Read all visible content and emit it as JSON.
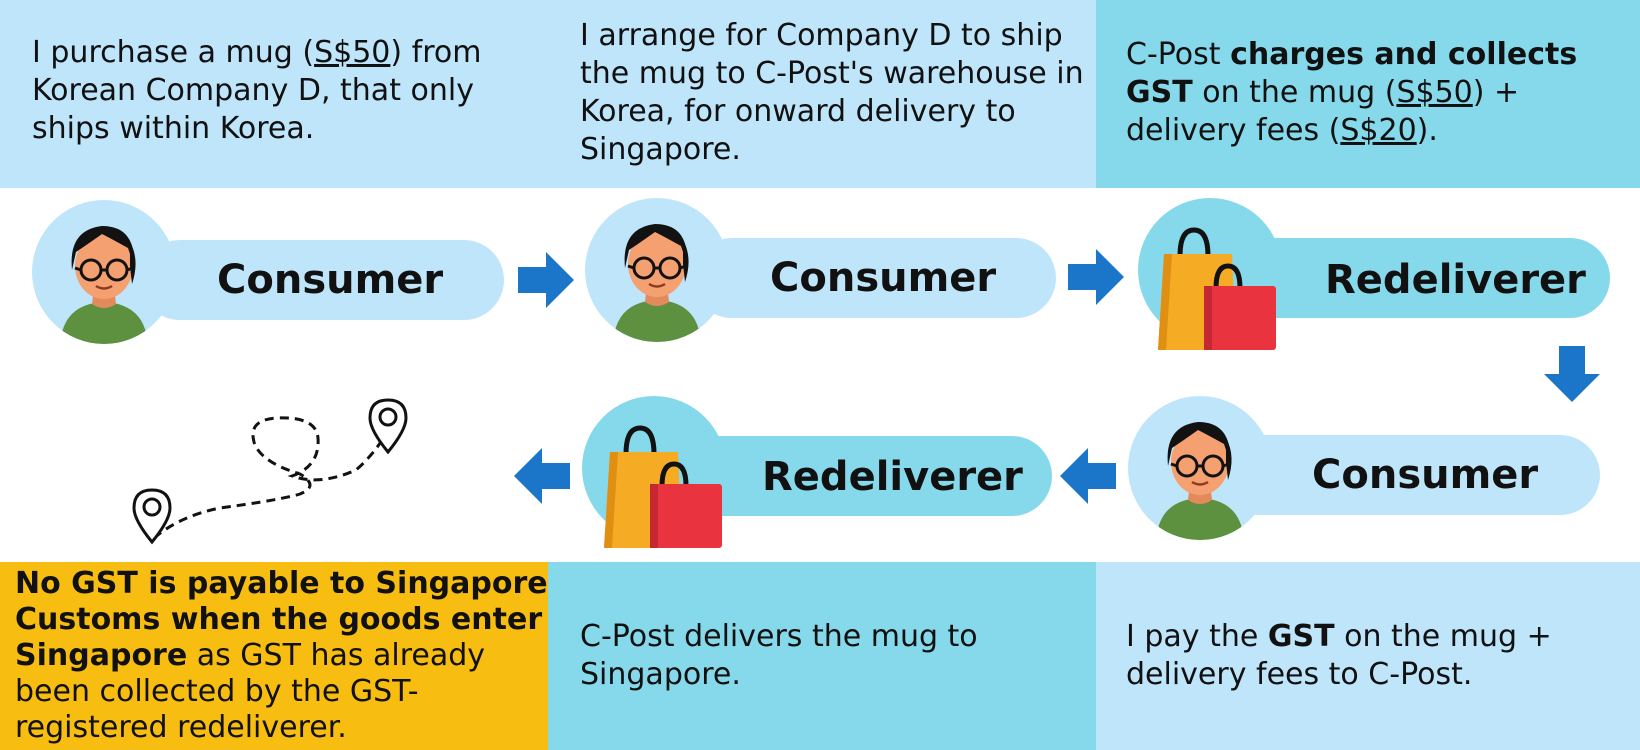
{
  "panels": {
    "p1": {
      "t1": "I purchase a mug (",
      "u1": "S$50",
      "t2": ") from Korean Company D, that only ships within Korea."
    },
    "p2": {
      "t1": "I arrange for Company D to ship the mug to C-Post's warehouse in Korea, for onward delivery to Singapore."
    },
    "p3": {
      "t1": "C-Post ",
      "b1": "charges and collects GST",
      "t2": " on the mug (",
      "u1": "S$50",
      "t3": ") + delivery fees (",
      "u2": "S$20",
      "t4": ")."
    },
    "p4": {
      "b1": "No GST is payable to Singapore Customs when the goods enter Singapore",
      "t1": " as GST has already been collected by the GST-registered redeliverer."
    },
    "p5": {
      "t1": "C-Post delivers the mug to Singapore."
    },
    "p6": {
      "t1": "I pay the ",
      "b1": "GST",
      "t2": " on the mug + delivery fees to C-Post."
    }
  },
  "nodes": {
    "n1": "Consumer",
    "n2": "Consumer",
    "n3": "Redeliverer",
    "n4": "Consumer",
    "n5": "Redeliverer"
  },
  "colors": {
    "light_blue": "#bfe5fb",
    "teal": "#86d9ea",
    "yellow": "#f8bd11",
    "arrow_blue": "#1b75c8",
    "bag_orange": "#f6ab25",
    "bag_red": "#e9333f",
    "shirt_green": "#5d9140",
    "skin": "#f4a070"
  },
  "icons": [
    "person-icon",
    "shopping-bags-icon",
    "right-arrow-icon",
    "down-arrow-icon",
    "left-arrow-icon",
    "location-pin-icon",
    "dashed-route-icon"
  ]
}
